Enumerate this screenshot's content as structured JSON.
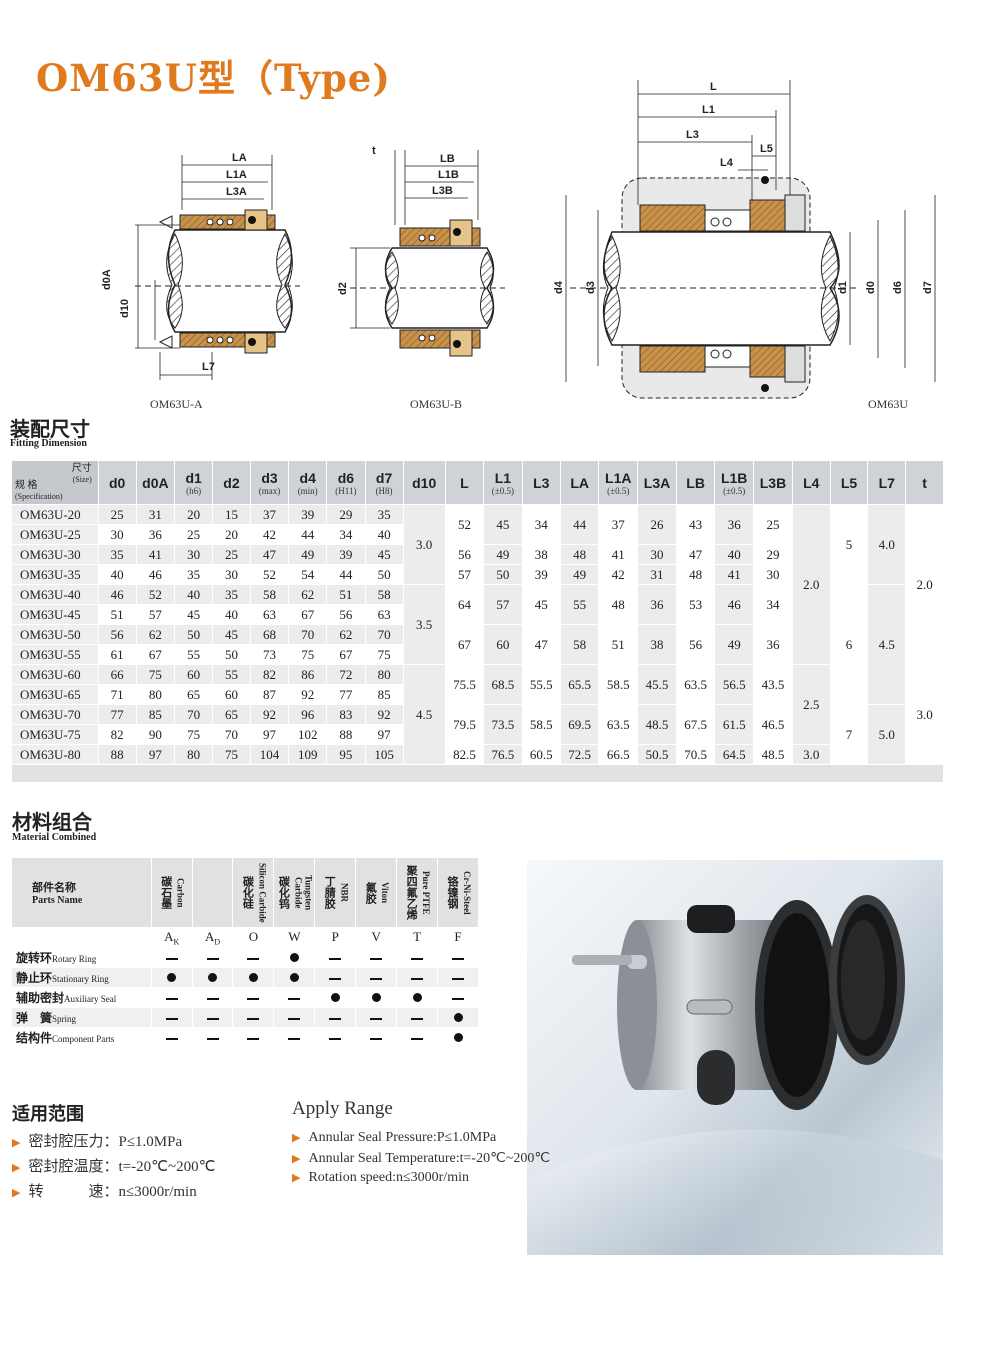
{
  "title": "OM63U型（Type)",
  "figures": {
    "cap_a": "OM63U-A",
    "cap_b": "OM63U-B",
    "cap_main": "OM63U",
    "labels_a": {
      "LA": "LA",
      "L1A": "L1A",
      "L3A": "L3A",
      "d0A": "d0A",
      "d10": "d10",
      "L7": "L7"
    },
    "labels_b": {
      "t": "t",
      "LB": "LB",
      "L1B": "L1B",
      "L3B": "L3B",
      "d2": "d2"
    },
    "labels_main": {
      "L": "L",
      "L1": "L1",
      "L3": "L3",
      "L4": "L4",
      "L5": "L5",
      "d4": "d4",
      "d3": "d3",
      "d1": "d1",
      "d0": "d0",
      "d6": "d6",
      "d7": "d7"
    }
  },
  "fitting": {
    "title_zh": "装配尺寸",
    "title_en": "Fitting Dimension",
    "header_corner": {
      "top": "尺寸",
      "top_en": "(Size)",
      "left": "规 格",
      "left_en": "(Specification)"
    },
    "columns": [
      {
        "sym": "d0",
        "sub": ""
      },
      {
        "sym": "d0A",
        "sub": ""
      },
      {
        "sym": "d1",
        "sub": "(h6)"
      },
      {
        "sym": "d2",
        "sub": ""
      },
      {
        "sym": "d3",
        "sub": "(max)"
      },
      {
        "sym": "d4",
        "sub": "(min)"
      },
      {
        "sym": "d6",
        "sub": "(H11)"
      },
      {
        "sym": "d7",
        "sub": "(H8)"
      },
      {
        "sym": "d10",
        "sub": ""
      },
      {
        "sym": "L",
        "sub": ""
      },
      {
        "sym": "L1",
        "sub": "(±0.5)"
      },
      {
        "sym": "L3",
        "sub": ""
      },
      {
        "sym": "LA",
        "sub": ""
      },
      {
        "sym": "L1A",
        "sub": "(±0.5)"
      },
      {
        "sym": "L3A",
        "sub": ""
      },
      {
        "sym": "LB",
        "sub": ""
      },
      {
        "sym": "L1B",
        "sub": "(±0.5)"
      },
      {
        "sym": "L3B",
        "sub": ""
      },
      {
        "sym": "L4",
        "sub": ""
      },
      {
        "sym": "L5",
        "sub": ""
      },
      {
        "sym": "L7",
        "sub": ""
      },
      {
        "sym": "t",
        "sub": ""
      }
    ],
    "rows": [
      {
        "name": "OM63U-20",
        "v": [
          "25",
          "31",
          "20",
          "15",
          "37",
          "39",
          "29",
          "35"
        ]
      },
      {
        "name": "OM63U-25",
        "v": [
          "30",
          "36",
          "25",
          "20",
          "42",
          "44",
          "34",
          "40"
        ]
      },
      {
        "name": "OM63U-30",
        "v": [
          "35",
          "41",
          "30",
          "25",
          "47",
          "49",
          "39",
          "45"
        ]
      },
      {
        "name": "OM63U-35",
        "v": [
          "40",
          "46",
          "35",
          "30",
          "52",
          "54",
          "44",
          "50"
        ]
      },
      {
        "name": "OM63U-40",
        "v": [
          "46",
          "52",
          "40",
          "35",
          "58",
          "62",
          "51",
          "58"
        ]
      },
      {
        "name": "OM63U-45",
        "v": [
          "51",
          "57",
          "45",
          "40",
          "63",
          "67",
          "56",
          "63"
        ]
      },
      {
        "name": "OM63U-50",
        "v": [
          "56",
          "62",
          "50",
          "45",
          "68",
          "70",
          "62",
          "70"
        ]
      },
      {
        "name": "OM63U-55",
        "v": [
          "61",
          "67",
          "55",
          "50",
          "73",
          "75",
          "67",
          "75"
        ]
      },
      {
        "name": "OM63U-60",
        "v": [
          "66",
          "75",
          "60",
          "55",
          "82",
          "86",
          "72",
          "80"
        ]
      },
      {
        "name": "OM63U-65",
        "v": [
          "71",
          "80",
          "65",
          "60",
          "87",
          "92",
          "77",
          "85"
        ]
      },
      {
        "name": "OM63U-70",
        "v": [
          "77",
          "85",
          "70",
          "65",
          "92",
          "96",
          "83",
          "92"
        ]
      },
      {
        "name": "OM63U-75",
        "v": [
          "82",
          "90",
          "75",
          "70",
          "97",
          "102",
          "88",
          "97"
        ]
      },
      {
        "name": "OM63U-80",
        "v": [
          "88",
          "97",
          "80",
          "75",
          "104",
          "109",
          "95",
          "105"
        ]
      }
    ],
    "merged": {
      "d10": [
        "3.0",
        "3.5",
        "4.5"
      ],
      "lgroups": [
        [
          "52",
          "45",
          "34",
          "44",
          "37",
          "26",
          "43",
          "36",
          "25"
        ],
        [
          "56",
          "49",
          "38",
          "48",
          "41",
          "30",
          "47",
          "40",
          "29"
        ],
        [
          "57",
          "50",
          "39",
          "49",
          "42",
          "31",
          "48",
          "41",
          "30"
        ],
        [
          "64",
          "57",
          "45",
          "55",
          "48",
          "36",
          "53",
          "46",
          "34"
        ],
        [
          "67",
          "60",
          "47",
          "58",
          "51",
          "38",
          "56",
          "49",
          "36"
        ],
        [
          "75.5",
          "68.5",
          "55.5",
          "65.5",
          "58.5",
          "45.5",
          "63.5",
          "56.5",
          "43.5"
        ],
        [
          "79.5",
          "73.5",
          "58.5",
          "69.5",
          "63.5",
          "48.5",
          "67.5",
          "61.5",
          "46.5"
        ],
        [
          "82.5",
          "76.5",
          "60.5",
          "72.5",
          "66.5",
          "50.5",
          "70.5",
          "64.5",
          "48.5"
        ]
      ],
      "L4": [
        "2.0",
        "2.5",
        "3.0"
      ],
      "L5": [
        "5",
        "6",
        "7"
      ],
      "L7": [
        "4.0",
        "4.5",
        "5.0"
      ],
      "t": [
        "2.0",
        "3.0"
      ]
    }
  },
  "material": {
    "title_zh": "材料组合",
    "title_en": "Material Combined",
    "parts_header_zh": "部件名称",
    "parts_header_en": "Parts Name",
    "materials": [
      {
        "zh": "碳石墨",
        "en": "Carbon",
        "code": "A",
        "sub": "K"
      },
      {
        "zh": "",
        "en": "",
        "code": "A",
        "sub": "D"
      },
      {
        "zh": "碳化硅",
        "en": "Silicon Carbide",
        "code": "O",
        "sub": ""
      },
      {
        "zh": "碳化钨",
        "en": "Tungsten Carbide",
        "code": "W",
        "sub": ""
      },
      {
        "zh": "丁腈胶",
        "en": "NBR",
        "code": "P",
        "sub": ""
      },
      {
        "zh": "氟胶",
        "en": "Viton",
        "code": "V",
        "sub": ""
      },
      {
        "zh": "聚四氟乙烯",
        "en": "Pure PTFE",
        "code": "T",
        "sub": ""
      },
      {
        "zh": "铬镍钢",
        "en": "Cr-Ni-Steel",
        "code": "F",
        "sub": ""
      }
    ],
    "rows": [
      {
        "zh": "旋转环",
        "en": "Rotary Ring",
        "marks": [
          "-",
          "-",
          "-",
          "●",
          "-",
          "-",
          "-",
          "-"
        ]
      },
      {
        "zh": "静止环",
        "en": "Stationary Ring",
        "marks": [
          "●",
          "●",
          "●",
          "●",
          "-",
          "-",
          "-",
          "-"
        ]
      },
      {
        "zh": "辅助密封",
        "en": "Auxiliary Seal",
        "marks": [
          "-",
          "-",
          "-",
          "-",
          "●",
          "●",
          "●",
          "-"
        ]
      },
      {
        "zh": "弹　簧",
        "en": "Spring",
        "marks": [
          "-",
          "-",
          "-",
          "-",
          "-",
          "-",
          "-",
          "●"
        ]
      },
      {
        "zh": "结构件",
        "en": "Component Parts",
        "marks": [
          "-",
          "-",
          "-",
          "-",
          "-",
          "-",
          "-",
          "●"
        ]
      }
    ]
  },
  "apply": {
    "title_zh": "适用范围",
    "title_en": "Apply Range",
    "items_zh": [
      {
        "label": "密封腔压力：",
        "value": "P≤1.0MPa"
      },
      {
        "label": "密封腔温度：",
        "value": "t=-20℃~200℃"
      },
      {
        "label": "转　　　速：",
        "value": "n≤3000r/min"
      }
    ],
    "items_en": [
      "Annular Seal Pressure:P≤1.0MPa",
      "Annular Seal Temperature:t=-20℃~200℃",
      "Rotation speed:n≤3000r/min"
    ]
  },
  "colors": {
    "accent": "#e07a1f",
    "bronze": "#c8924a",
    "header_gray": "#cfd3d8"
  }
}
